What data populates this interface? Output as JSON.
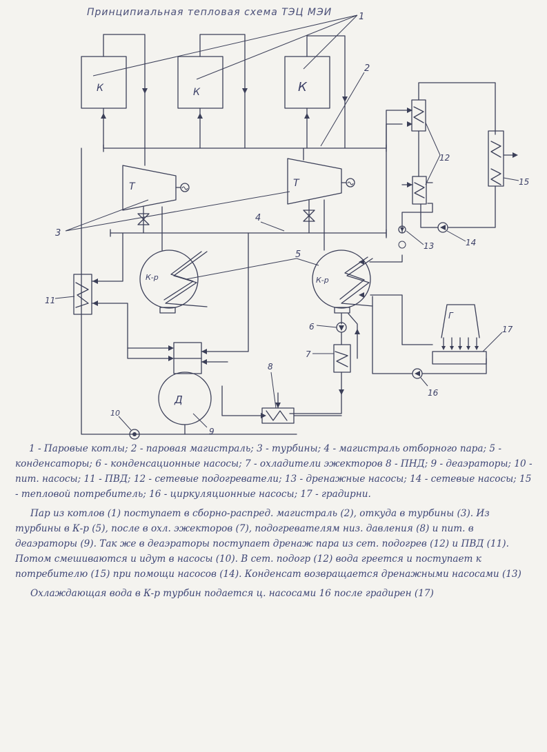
{
  "title": "Принципиальная тепловая схема ТЭЦ МЭИ",
  "labels": {
    "boiler": "К",
    "turbine": "Т",
    "condenser": "К-р",
    "deaerator": "Д",
    "tower": "Г",
    "callouts": [
      "1",
      "2",
      "3",
      "4",
      "5",
      "6",
      "7",
      "8",
      "9",
      "10",
      "11",
      "12",
      "13",
      "14",
      "15",
      "16",
      "17"
    ]
  },
  "legend": "1 - Паровые котлы; 2 - паровая магистраль; 3 - турбины; 4 - магистраль отборного пара; 5 - конденсаторы; 6 - конденсационные насосы; 7 - охладители эжекторов 8 - ПНД; 9 - деаэраторы; 10 - пит. насосы; 11 - ПВД; 12 - сетевые подогреватели; 13 - дренажные насосы; 14 - сетевые насосы; 15 - тепловой потребитель; 16 - циркуляционные насосы; 17 - градирни.",
  "description": [
    "Пар из котлов (1) поступает в сборно-распред. магистраль (2), откуда в турбины (3). Из турбины в К-р (5), после в охл. эжекторов (7), подогревателям низ. давления (8) и пит. в деаэраторы (9). Так же в деаэраторы поступает дренаж пара из сет. подогрев (12) и ПВД (11). Потом смешиваются и идут в насосы (10). В сет. подогр (12) вода греется и поступает к потребителю (15) при помощи насосов (14). Конденсат возвращается дренажными насосами (13)",
    "Охлаждающая вода в К-р турбин подается ц. насосами 16 после градирен (17)"
  ]
}
